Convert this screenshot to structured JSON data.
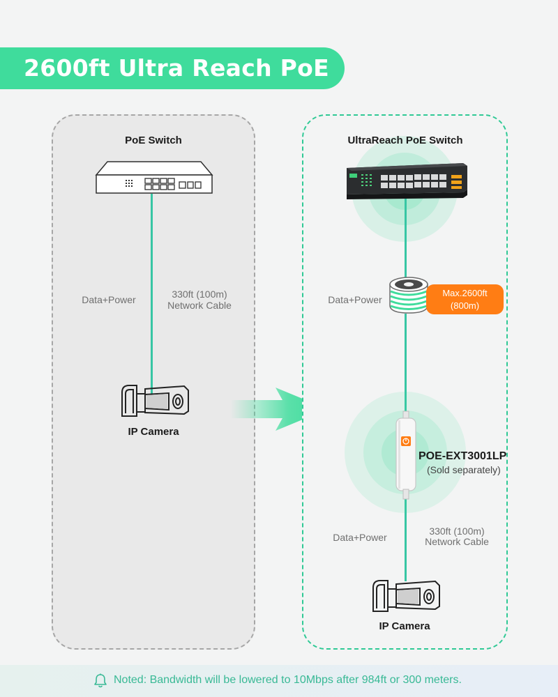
{
  "title": "2600ft Ultra Reach PoE",
  "left_panel": {
    "switch_label": "PoE Switch",
    "data_power": "Data+Power",
    "cable_line1": "330ft (100m)",
    "cable_line2": "Network Cable",
    "camera_label": "IP Camera"
  },
  "right_panel": {
    "switch_label": "UltraReach PoE Switch",
    "data_power_top": "Data+Power",
    "max_line1": "Max.2600ft",
    "max_line2": "(800m)",
    "extender_model": "POE-EXT3001LP",
    "extender_note": "(Sold separately)",
    "data_power_bottom": "Data+Power",
    "cable_line1": "330ft (100m)",
    "cable_line2": "Network Cable",
    "camera_label": "IP Camera"
  },
  "note": "Noted: Bandwidth will be lowered to 10Mbps after 984ft or 300 meters.",
  "colors": {
    "accent_green": "#3fdc9c",
    "cable": "#37c6a4",
    "badge_orange": "#ff7d14",
    "note_text": "#38b995"
  },
  "icons": {
    "bell": "bell-icon",
    "arrow": "right-arrow-icon",
    "camera": "ip-camera-icon",
    "switch": "network-switch-icon",
    "cable_reel": "cable-reel-icon",
    "extender": "poe-extender-icon"
  }
}
